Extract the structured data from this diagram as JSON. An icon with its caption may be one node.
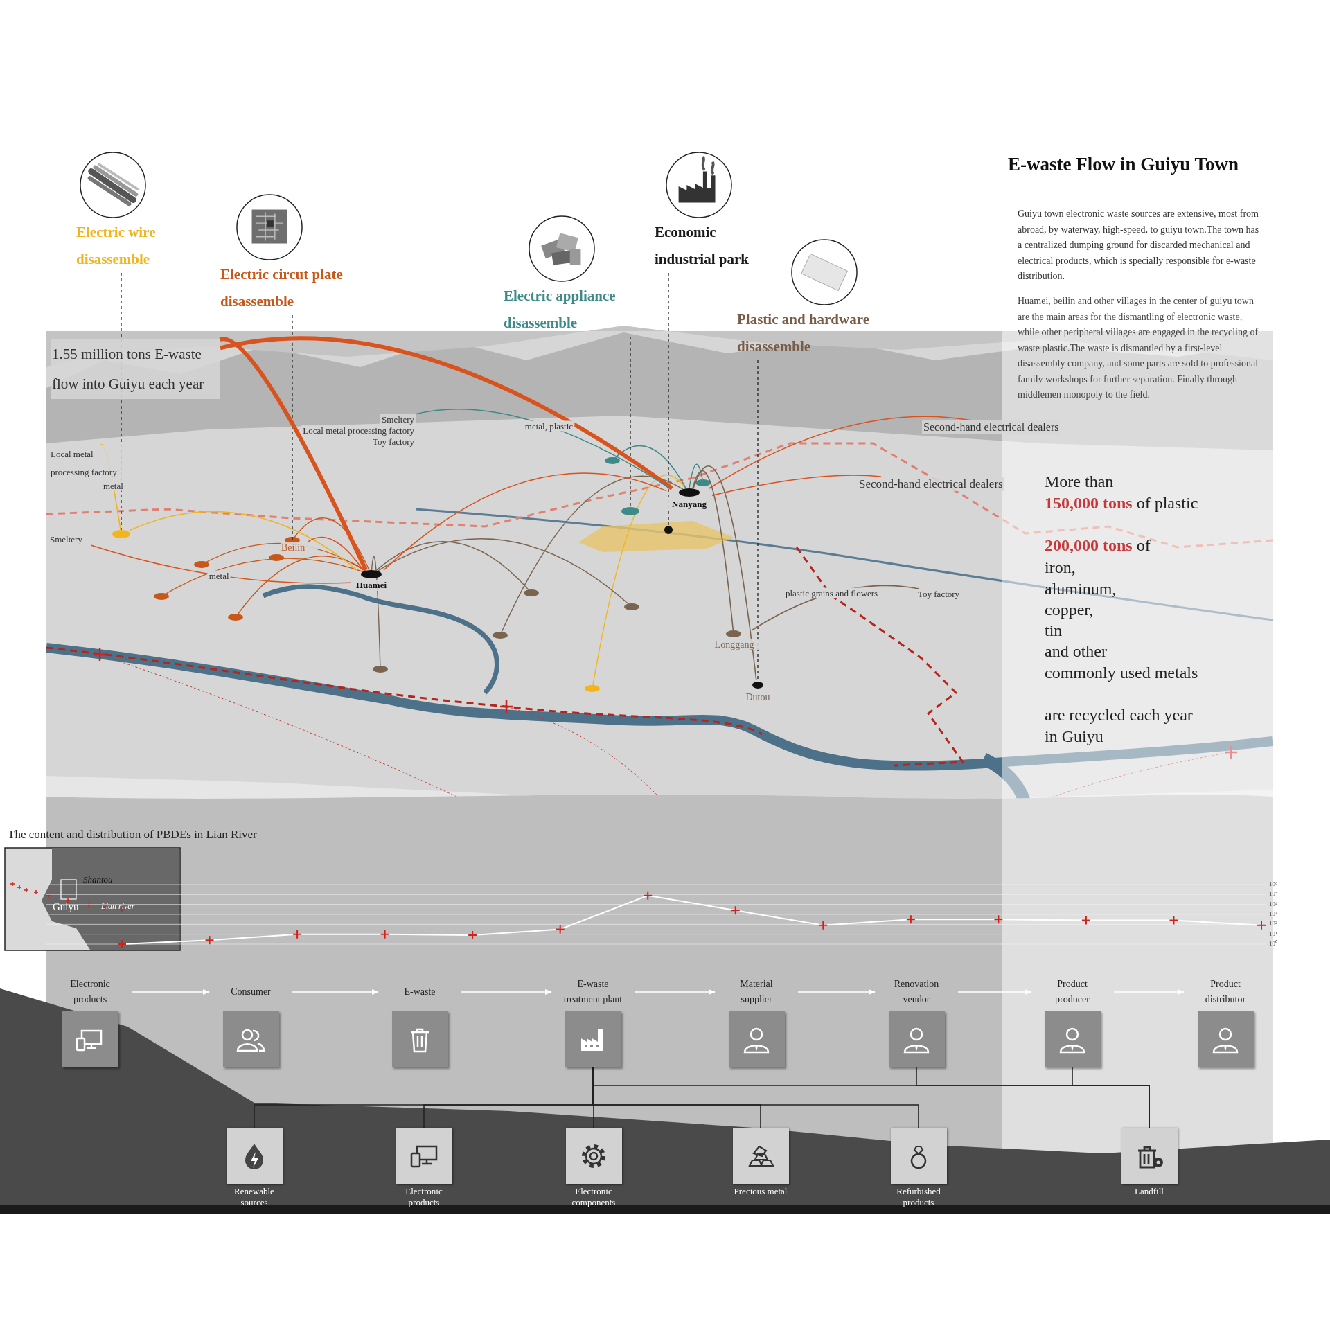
{
  "diagram": {
    "title": "E-waste Flow in Guiyu Town",
    "nodes": [
      {
        "text": [
          "Electric wire disassemble"
        ]
      },
      {
        "text": [
          "Electric circut plate disassemble"
        ]
      },
      {
        "text": [
          "Electric appliance disassemble"
        ]
      },
      {
        "text": [
          "Economic industrial park"
        ]
      },
      {
        "text": [
          "Plastic and hardware disassemble"
        ]
      },
      {
        "text": [
          "1.55 million tons E-waste flow into Guiyu each year"
        ]
      },
      {
        "text": [
          "Local metal processing factory"
        ]
      },
      {
        "text": [
          "Smeltery"
        ]
      },
      {
        "text": [
          "Smeltery",
          "Local metal processing factory",
          "Toy factory"
        ]
      },
      {
        "text": [
          "Huamei"
        ]
      },
      {
        "text": [
          "Beilin"
        ]
      },
      {
        "text": [
          "Nanyang"
        ]
      },
      {
        "text": [
          "Longgang"
        ]
      },
      {
        "text": [
          "Dutou"
        ]
      },
      {
        "text": [],
        "shape": "circle"
      },
      {
        "text": [],
        "shape": "circle"
      },
      {
        "text": [],
        "shape": "circle"
      },
      {
        "text": [
          "Second-hand electrical dealers"
        ]
      },
      {
        "text": [
          "Second-hand electrical dealers"
        ]
      },
      {
        "text": [
          "Toy factory"
        ]
      },
      {
        "text": [
          "Electronic products"
        ]
      },
      {
        "text": [
          "Consumer"
        ]
      },
      {
        "text": [
          "E-waste"
        ]
      },
      {
        "text": [
          "E-waste treatment plant"
        ]
      },
      {
        "text": [
          "Material supplier"
        ]
      },
      {
        "text": [
          "Renovation vendor"
        ]
      },
      {
        "text": [
          "Product producer"
        ]
      },
      {
        "text": [
          "Product distributor"
        ]
      },
      {
        "text": [
          "Renewable sources"
        ]
      },
      {
        "text": [
          "Electronic products"
        ]
      },
      {
        "text": [
          "Electronic components"
        ]
      },
      {
        "text": [
          "Precious metal"
        ]
      },
      {
        "text": [
          "Refurbished products"
        ]
      },
      {
        "text": [
          "Landfill"
        ]
      }
    ],
    "edges": [
      {
        "from": 0,
        "to": 14,
        "arrow": "none",
        "style": "dashed",
        "color": "#222222"
      },
      {
        "from": 1,
        "to": 10,
        "arrow": "none",
        "style": "dashed",
        "color": "#222222"
      },
      {
        "from": 2,
        "to": 15,
        "arrow": "none",
        "style": "dashed",
        "color": "#222222"
      },
      {
        "from": 3,
        "to": 16,
        "arrow": "none",
        "style": "dashed",
        "color": "#222222"
      },
      {
        "from": 4,
        "to": 13,
        "arrow": "none",
        "style": "dashed",
        "color": "#222222"
      },
      {
        "from": 5,
        "to": 9,
        "arrow": "none",
        "style": "thick",
        "color": "#d9531e"
      },
      {
        "from": 5,
        "to": 11,
        "arrow": "none",
        "style": "thick",
        "color": "#d9531e"
      },
      {
        "from": 14,
        "to": 6,
        "arrow": "none",
        "label": "metal",
        "color": "#f0b323"
      },
      {
        "from": 9,
        "to": 14,
        "arrow": "none",
        "color": "#f0b323"
      },
      {
        "from": 9,
        "to": 7,
        "arrow": "none",
        "label": "metal",
        "color": "#d9531e"
      },
      {
        "from": 9,
        "to": 10,
        "arrow": "none",
        "color": "#d9531e"
      },
      {
        "from": 9,
        "to": 11,
        "arrow": "none",
        "color": "#d9531e"
      },
      {
        "from": 11,
        "to": 8,
        "arrow": "none",
        "label": "metal, plastic",
        "color": "#3d8a89"
      },
      {
        "from": 11,
        "to": 17,
        "arrow": "none",
        "color": "#d9531e"
      },
      {
        "from": 11,
        "to": 18,
        "arrow": "none",
        "color": "#d9531e"
      },
      {
        "from": 11,
        "to": 12,
        "arrow": "none",
        "color": "#7a6450"
      },
      {
        "from": 11,
        "to": 13,
        "arrow": "none",
        "color": "#7a6450"
      },
      {
        "from": 12,
        "to": 19,
        "arrow": "none",
        "label": "plastic grains and flowers",
        "color": "#7a6450"
      },
      {
        "from": 20,
        "to": 21,
        "arrow": "to",
        "color": "#ffffff"
      },
      {
        "from": 21,
        "to": 22,
        "arrow": "to",
        "color": "#ffffff"
      },
      {
        "from": 22,
        "to": 23,
        "arrow": "to",
        "color": "#ffffff"
      },
      {
        "from": 23,
        "to": 24,
        "arrow": "to",
        "color": "#ffffff"
      },
      {
        "from": 24,
        "to": 25,
        "arrow": "to",
        "color": "#ffffff"
      },
      {
        "from": 25,
        "to": 26,
        "arrow": "to",
        "color": "#ffffff"
      },
      {
        "from": 26,
        "to": 27,
        "arrow": "to",
        "color": "#ffffff"
      },
      {
        "from": 23,
        "to": 28,
        "arrow": "none",
        "color": "#222222"
      },
      {
        "from": 23,
        "to": 29,
        "arrow": "none",
        "color": "#222222"
      },
      {
        "from": 23,
        "to": 30,
        "arrow": "none",
        "color": "#222222"
      },
      {
        "from": 23,
        "to": 31,
        "arrow": "none",
        "color": "#222222"
      },
      {
        "from": 23,
        "to": 32,
        "arrow": "none",
        "color": "#222222"
      },
      {
        "from": 23,
        "to": 33,
        "arrow": "none",
        "color": "#222222"
      },
      {
        "from": 25,
        "to": 33,
        "arrow": "none",
        "color": "#222222"
      },
      {
        "from": 26,
        "to": 33,
        "arrow": "none",
        "color": "#222222"
      }
    ],
    "labels": [
      "Guiyu town electronic waste sources are extensive, most from abroad, by waterway, high-speed, to guiyu town.The town has a centralized dumping ground for discarded mechanical and electrical products, which is specially responsible for e-waste distribution.",
      "Huamei, beilin and other villages in the center of guiyu town are the main areas for the dismantling of electronic waste, while other peripheral villages are engaged in the recycling of waste plastic.The waste is dismantled by a first-level disassembly company, and some parts are sold to professional family workshops for further separation. Finally through middlemen monopoly to the field.",
      "More than",
      "**150,000 tons** of plastic",
      "**200,000 tons** of",
      "iron,",
      "aluminum,",
      "copper,",
      "tin",
      "and other",
      "commonly used metals",
      "are recycled each year",
      "in Guiyu",
      "Shantou",
      "Guiyu",
      "Lian river",
      "The content and distribution of PBDEs in Lian River",
      "10⁶",
      "10⁵",
      "10⁴",
      "10³",
      "10²",
      "10¹",
      "10⁰"
    ]
  }
}
